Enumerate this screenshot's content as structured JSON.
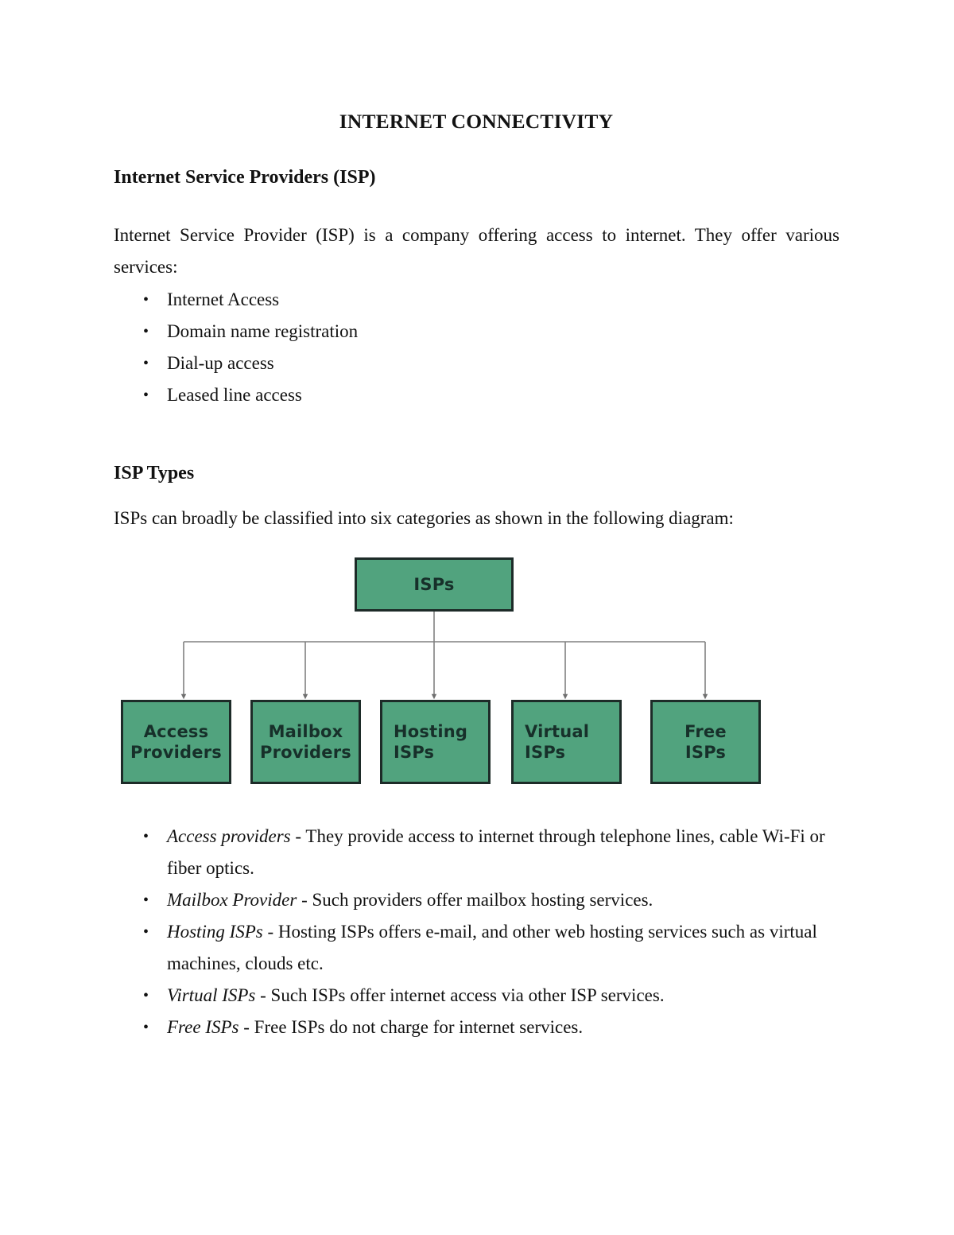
{
  "document": {
    "title": "INTERNET CONNECTIVITY",
    "sections": {
      "isp": {
        "heading": "Internet Service Providers (ISP)",
        "paragraph": "Internet Service Provider (ISP) is a company offering access to internet. They offer various services:",
        "services": [
          "Internet Access",
          "Domain name registration",
          "Dial-up access",
          "Leased line access"
        ]
      },
      "types": {
        "heading": "ISP Types",
        "paragraph": "ISPs can broadly be classified into six categories as shown in the following diagram:",
        "descriptions": [
          {
            "term": "Access providers",
            "separator": " - ",
            "text": "They provide access to internet through telephone lines, cable Wi-Fi or fiber optics."
          },
          {
            "term": "Mailbox Provider",
            "separator": " - ",
            "text": "Such providers offer mailbox hosting services."
          },
          {
            "term": "Hosting ISPs",
            "separator": " - ",
            "text": "Hosting ISPs offers e-mail, and other web hosting services such as virtual machines, clouds etc."
          },
          {
            "term": "Virtual ISPs",
            "separator": " - ",
            "text": "Such ISPs offer internet access via other ISP services."
          },
          {
            "term": "Free ISPs",
            "separator": " - ",
            "text": "Free ISPs do not charge for internet services."
          }
        ]
      }
    }
  },
  "diagram": {
    "type": "hierarchy-tree",
    "colors": {
      "node_fill": "#51a37e",
      "node_border": "#1d2b28",
      "node_text": "#17302a",
      "connector": "#808080"
    },
    "root": {
      "label": "ISPs"
    },
    "children": [
      {
        "label_line1": "Access",
        "label_line2": "Providers",
        "align": "center"
      },
      {
        "label_line1": "Mailbox",
        "label_line2": "Providers",
        "align": "center"
      },
      {
        "label_line1": "Hosting",
        "label_line2": "ISPs",
        "align": "left"
      },
      {
        "label_line1": "Virtual",
        "label_line2": "ISPs",
        "align": "left"
      },
      {
        "label_line1": "Free ISPs",
        "label_line2": "",
        "align": "center"
      }
    ]
  }
}
